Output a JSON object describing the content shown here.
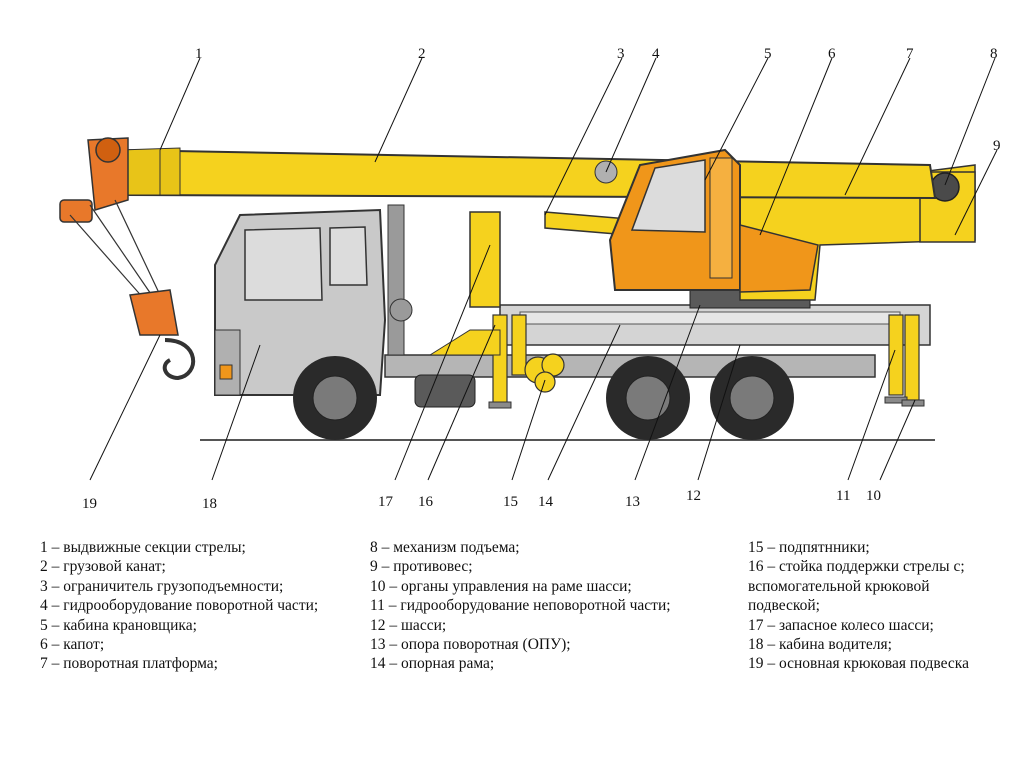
{
  "colors": {
    "boom_yellow": "#f5d21e",
    "cab_orange": "#f0961a",
    "hook_orange": "#e8782a",
    "truck_gray": "#c9c9c9",
    "frame_gray": "#b5b5b5",
    "tire_dark": "#2a2a2a"
  },
  "callout_numbers": [
    "1",
    "2",
    "3",
    "4",
    "5",
    "6",
    "7",
    "8",
    "9",
    "10",
    "11",
    "12",
    "13",
    "14",
    "15",
    "16",
    "17",
    "18",
    "19"
  ],
  "legend": {
    "column1": [
      "1 – выдвижные секции стрелы;",
      "2 – грузовой канат;",
      "3 – ограничитель грузоподъемности;",
      "4 – гидрооборудование поворотной части;",
      "5 – кабина крановщика;",
      "6 – капот;",
      "7 – поворотная платформа;"
    ],
    "column2": [
      "8 – механизм подъема;",
      "9 – противовес;",
      "10 – органы управления на раме шасси;",
      "11 – гидрооборудование неповоротной части;",
      "12 – шасси;",
      "13 – опора поворотная (ОПУ);",
      "14 – опорная рама;"
    ],
    "column3": [
      "15 – подпятнники;",
      "16 – стойка поддержки стрелы с;",
      "вспомогательной крюковой",
      "подвеской;",
      "17 – запасное колесо шасси;",
      "18 – кабина водителя;",
      "19 – основная крюковая подвеска"
    ]
  }
}
